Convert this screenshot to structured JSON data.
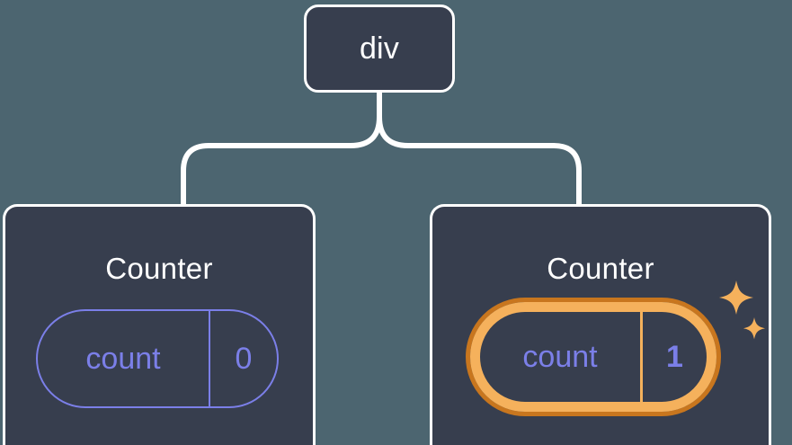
{
  "theme": {
    "background": "#4c6570",
    "node_fill": "#373e4e",
    "node_border": "#ffffff",
    "edge_color": "#ffffff",
    "state_accent": "#7b7fe8",
    "highlight_outer": "#c8761e",
    "highlight_inner": "#f5b15c",
    "title_color": "#ffffff"
  },
  "tree": {
    "root": {
      "label": "div"
    },
    "children": [
      {
        "label": "Counter",
        "highlighted": false,
        "state": {
          "key": "count",
          "value": "0"
        }
      },
      {
        "label": "Counter",
        "highlighted": true,
        "state": {
          "key": "count",
          "value": "1"
        },
        "sparkle_icons": [
          "sparkle-large",
          "sparkle-small"
        ]
      }
    ]
  }
}
